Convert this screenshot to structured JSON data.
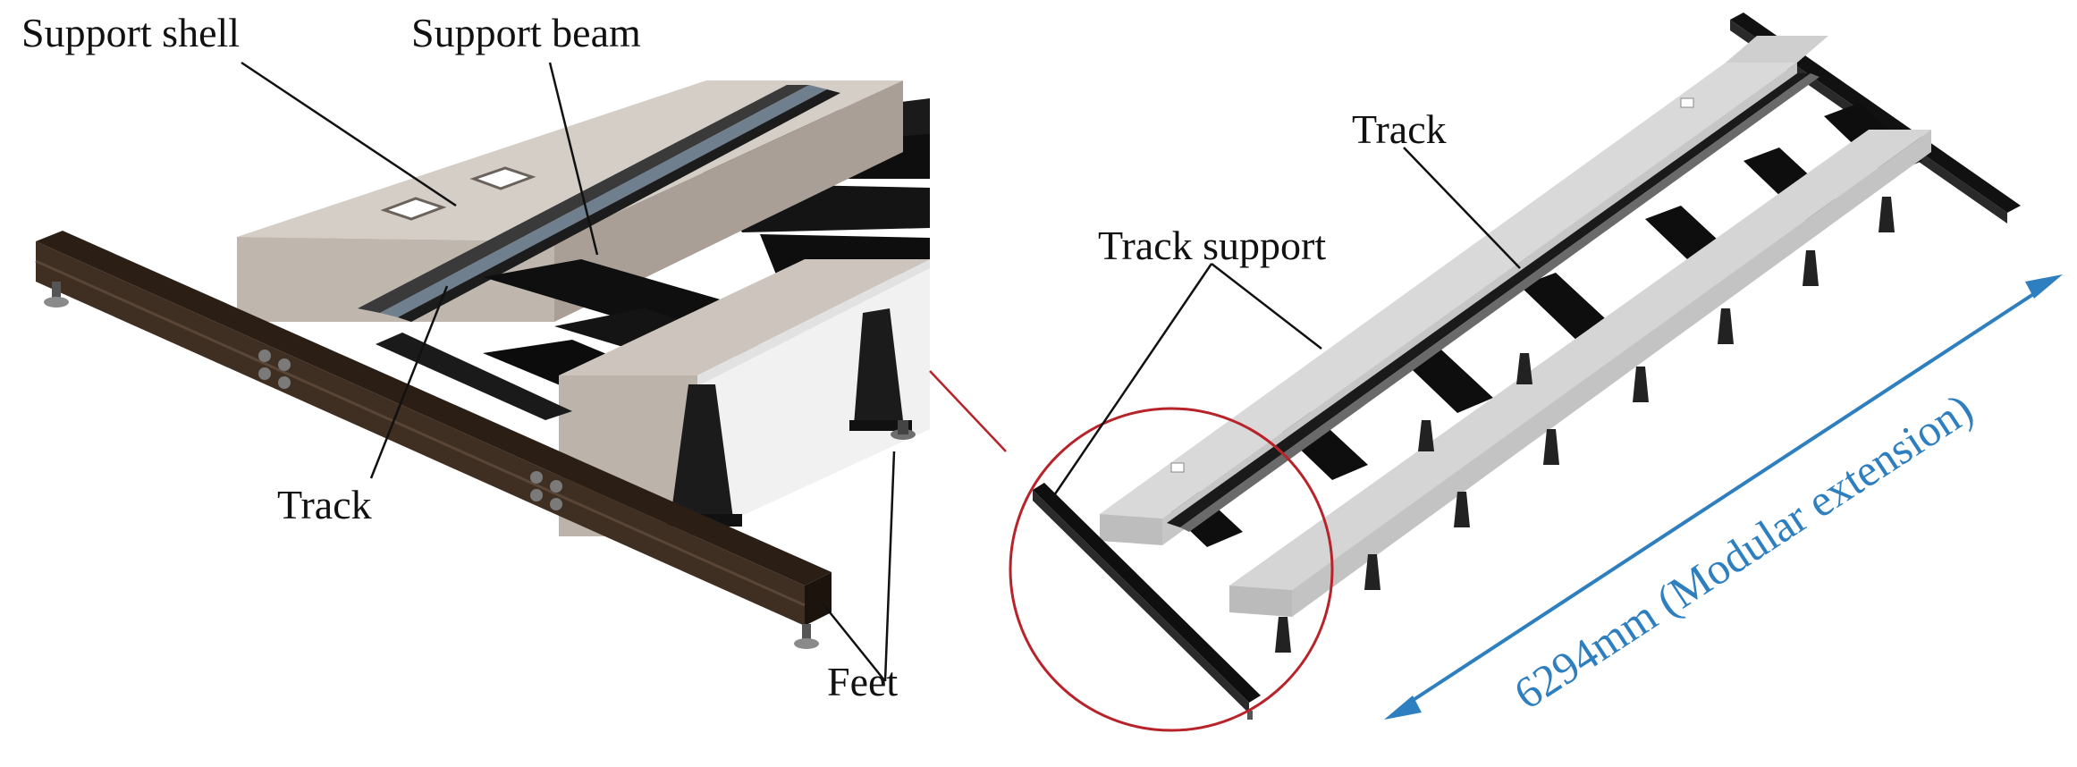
{
  "labels": {
    "support_shell": "Support shell",
    "support_beam": "Support beam",
    "track_left": "Track",
    "feet": "Feet",
    "track_right": "Track",
    "track_support": "Track support",
    "dimension": "6294mm (Modular extension)"
  },
  "colors": {
    "shell_light": "#d2cbc4",
    "shell_mid": "#b8aea5",
    "shell_dark": "#8f857c",
    "rail_dark": "#2b1e15",
    "rail_mid": "#3f2e22",
    "beam_black": "#0e0e0e",
    "bracket": "#1b1b1b",
    "grey_light": "#d9d9d9",
    "grey_mid": "#bdbdbd",
    "grey_dark": "#8c8c8c",
    "circle_red": "#b8232a",
    "dimension_blue": "#2e7fbf"
  }
}
